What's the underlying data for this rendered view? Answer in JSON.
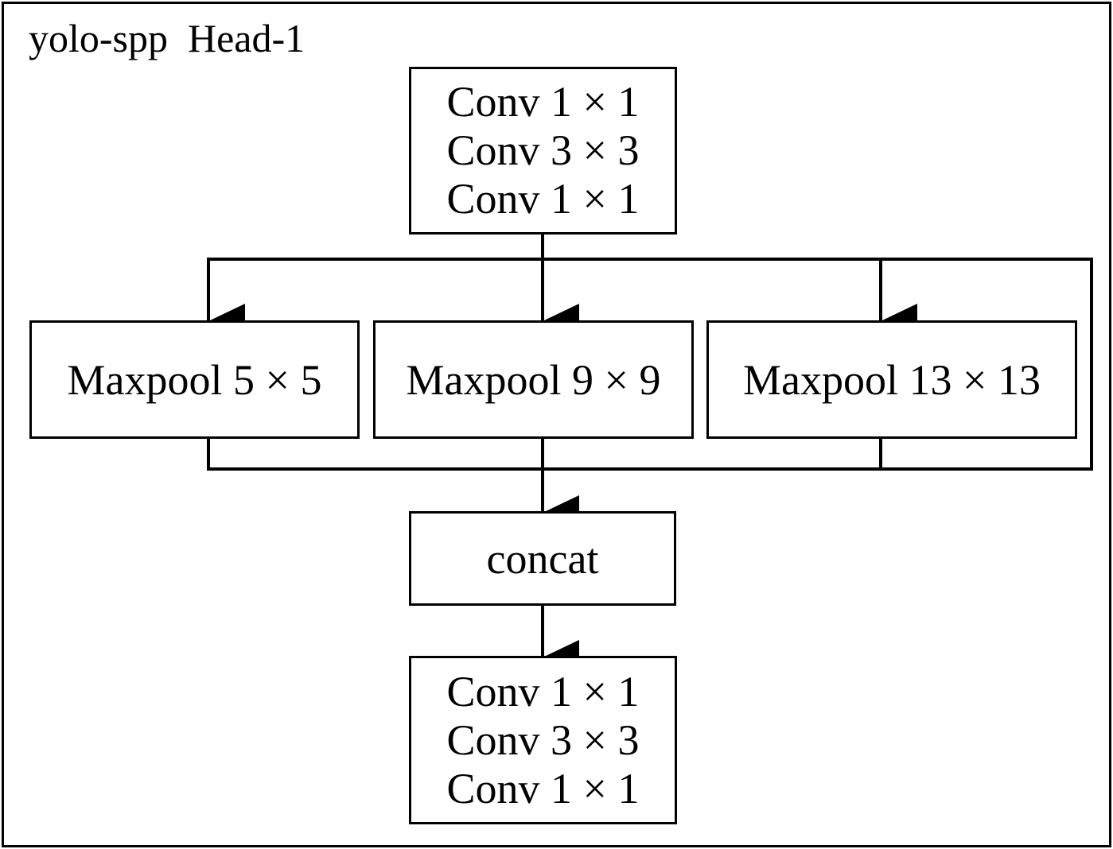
{
  "title": "yolo-spp  Head-1",
  "top_block": {
    "lines": [
      "Conv 1 × 1",
      "Conv 3 × 3",
      "Conv 1 × 1"
    ]
  },
  "maxpools": [
    {
      "label": "Maxpool 5 × 5"
    },
    {
      "label": "Maxpool 9 × 9"
    },
    {
      "label": "Maxpool 13 × 13"
    }
  ],
  "concat": {
    "label": "concat"
  },
  "bottom_block": {
    "lines": [
      "Conv 1 × 1",
      "Conv 3 × 3",
      "Conv 1 × 1"
    ]
  }
}
